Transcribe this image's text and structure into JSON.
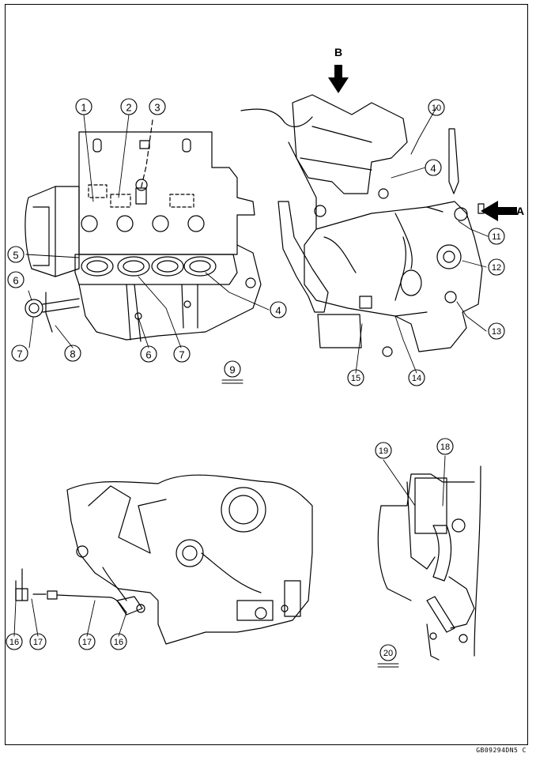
{
  "callouts": {
    "c1": "1",
    "c2": "2",
    "c3": "3",
    "c4a": "4",
    "c4b": "4",
    "c5": "5",
    "c6a": "6",
    "c6b": "6",
    "c7a": "7",
    "c7b": "7",
    "c8": "8",
    "c9": "9",
    "c10": "10",
    "c11": "11",
    "c12": "12",
    "c13": "13",
    "c14": "14",
    "c15": "15",
    "c16a": "16",
    "c16b": "16",
    "c17a": "17",
    "c17b": "17",
    "c18": "18",
    "c19": "19",
    "c20": "20"
  },
  "arrows": {
    "a": "A",
    "b": "B"
  },
  "figure_code": "GB09294DN5 C"
}
